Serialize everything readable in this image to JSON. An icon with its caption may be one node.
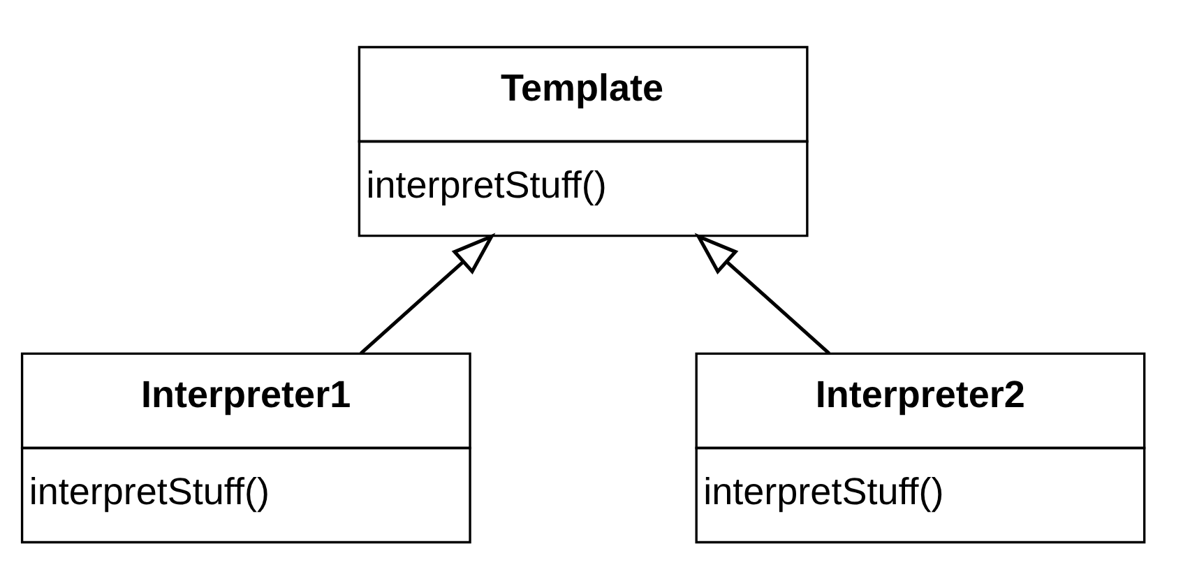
{
  "diagram": {
    "nodes": [
      {
        "text": [
          "Template",
          "interpretStuff()"
        ]
      },
      {
        "text": [
          "Interpreter1",
          "interpretStuff()"
        ]
      },
      {
        "text": [
          "Interpreter2",
          "interpretStuff()"
        ]
      }
    ],
    "edges": [
      {
        "from": 1,
        "to": 0,
        "arrow": "to"
      },
      {
        "from": 2,
        "to": 0,
        "arrow": "to"
      }
    ]
  }
}
